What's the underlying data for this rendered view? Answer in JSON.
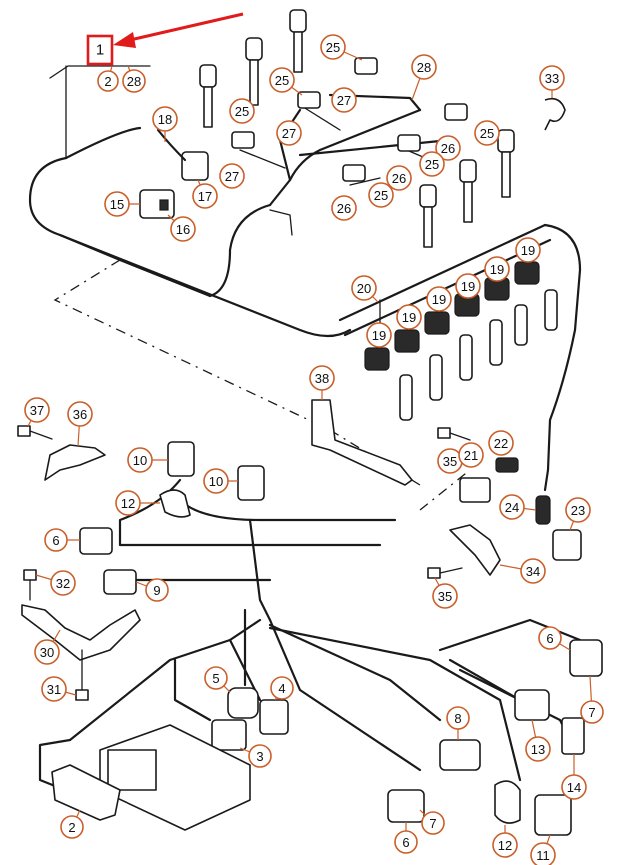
{
  "highlight": {
    "label": "1",
    "color": "#e11b1b"
  },
  "callout_color": "#c95f2a",
  "parts": [
    {
      "id": "c-1",
      "label": "1"
    },
    {
      "id": "c-2-top",
      "label": "2"
    },
    {
      "id": "c-28-top",
      "label": "28"
    },
    {
      "id": "c-25-a",
      "label": "25"
    },
    {
      "id": "c-28-b",
      "label": "28"
    },
    {
      "id": "c-33",
      "label": "33"
    },
    {
      "id": "c-25-b",
      "label": "25"
    },
    {
      "id": "c-27-a",
      "label": "27"
    },
    {
      "id": "c-25-c",
      "label": "25"
    },
    {
      "id": "c-27-b",
      "label": "27"
    },
    {
      "id": "c-18",
      "label": "18"
    },
    {
      "id": "c-25-d",
      "label": "25"
    },
    {
      "id": "c-26-a",
      "label": "26"
    },
    {
      "id": "c-27-c",
      "label": "27"
    },
    {
      "id": "c-17",
      "label": "17"
    },
    {
      "id": "c-15",
      "label": "15"
    },
    {
      "id": "c-16",
      "label": "16"
    },
    {
      "id": "c-26-b",
      "label": "26"
    },
    {
      "id": "c-25-e",
      "label": "25"
    },
    {
      "id": "c-26-c",
      "label": "26"
    },
    {
      "id": "c-25-f",
      "label": "25"
    },
    {
      "id": "c-19-a",
      "label": "19"
    },
    {
      "id": "c-19-b",
      "label": "19"
    },
    {
      "id": "c-20",
      "label": "20"
    },
    {
      "id": "c-19-c",
      "label": "19"
    },
    {
      "id": "c-19-d",
      "label": "19"
    },
    {
      "id": "c-19-e",
      "label": "19"
    },
    {
      "id": "c-19-f",
      "label": "19"
    },
    {
      "id": "c-38",
      "label": "38"
    },
    {
      "id": "c-37",
      "label": "37"
    },
    {
      "id": "c-36",
      "label": "36"
    },
    {
      "id": "c-10-a",
      "label": "10"
    },
    {
      "id": "c-10-b",
      "label": "10"
    },
    {
      "id": "c-35-a",
      "label": "35"
    },
    {
      "id": "c-21",
      "label": "21"
    },
    {
      "id": "c-22",
      "label": "22"
    },
    {
      "id": "c-12-a",
      "label": "12"
    },
    {
      "id": "c-24",
      "label": "24"
    },
    {
      "id": "c-23",
      "label": "23"
    },
    {
      "id": "c-6-a",
      "label": "6"
    },
    {
      "id": "c-34",
      "label": "34"
    },
    {
      "id": "c-32",
      "label": "32"
    },
    {
      "id": "c-9",
      "label": "9"
    },
    {
      "id": "c-35-b",
      "label": "35"
    },
    {
      "id": "c-30",
      "label": "30"
    },
    {
      "id": "c-6-b",
      "label": "6"
    },
    {
      "id": "c-5",
      "label": "5"
    },
    {
      "id": "c-4",
      "label": "4"
    },
    {
      "id": "c-31",
      "label": "31"
    },
    {
      "id": "c-7-a",
      "label": "7"
    },
    {
      "id": "c-8",
      "label": "8"
    },
    {
      "id": "c-3",
      "label": "3"
    },
    {
      "id": "c-13",
      "label": "13"
    },
    {
      "id": "c-14",
      "label": "14"
    },
    {
      "id": "c-2-bottom",
      "label": "2"
    },
    {
      "id": "c-6-c",
      "label": "6"
    },
    {
      "id": "c-7-b",
      "label": "7"
    },
    {
      "id": "c-12-b",
      "label": "12"
    },
    {
      "id": "c-11",
      "label": "11"
    }
  ]
}
